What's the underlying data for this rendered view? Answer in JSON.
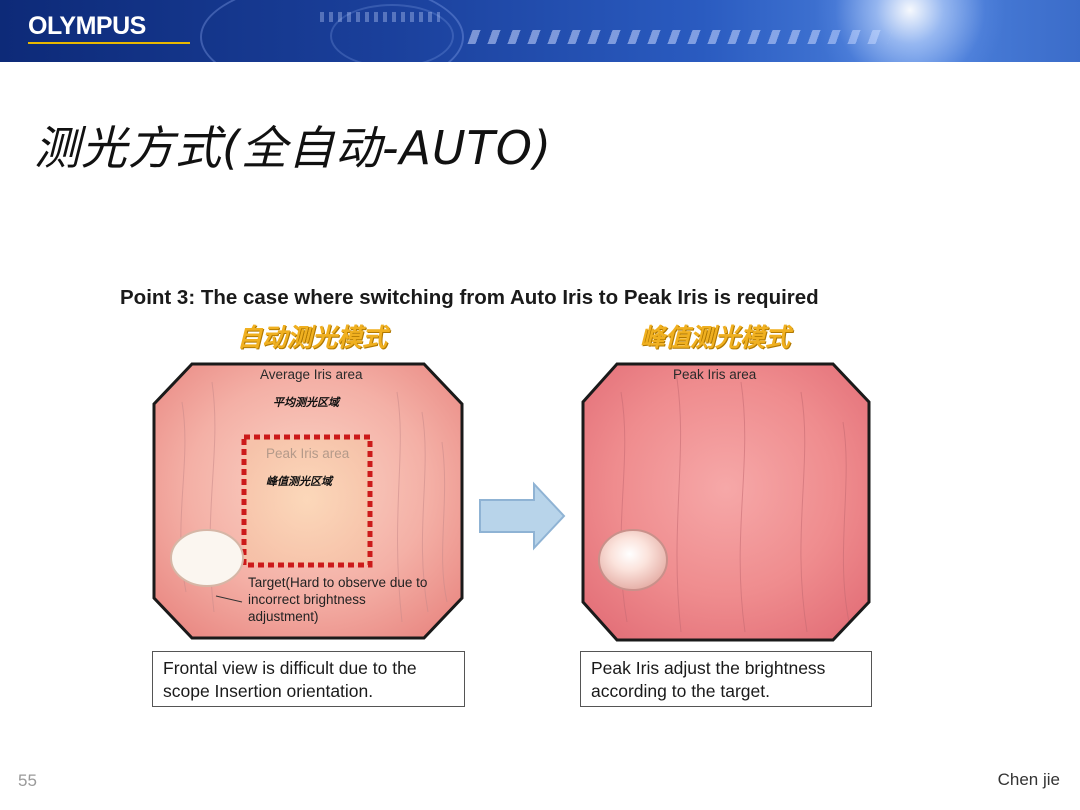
{
  "header": {
    "logo": "OLYMPUS",
    "colors": {
      "banner": "#1a3f9a",
      "logo_underline": "#e8b800"
    }
  },
  "slide": {
    "title": "测光方式(全自动-AUTO)",
    "figure": {
      "heading": "Point 3: The case where switching from Auto Iris to Peak Iris is required",
      "left": {
        "mode_title": "自动测光模式",
        "average_area_label": "Average Iris area",
        "average_area_cn": "平均测光区域",
        "peak_area_label": "Peak Iris area",
        "peak_area_cn": "峰值测光区域",
        "target_note": "Target(Hard to observe due to incorrect brightness adjustment)",
        "caption": "Frontal view is difficult due to the scope Insertion orientation."
      },
      "arrow_icon": "right-arrow-icon",
      "right": {
        "mode_title": "峰值测光模式",
        "peak_area_label": "Peak Iris area",
        "caption": "Peak Iris adjust the brightness according to the target."
      },
      "colors": {
        "mode_title": "#f0b020",
        "peak_box": "#cc1a1a",
        "arrow": "#b8d4ea"
      }
    }
  },
  "footer": {
    "page_number": "55",
    "author": "Chen jie"
  }
}
